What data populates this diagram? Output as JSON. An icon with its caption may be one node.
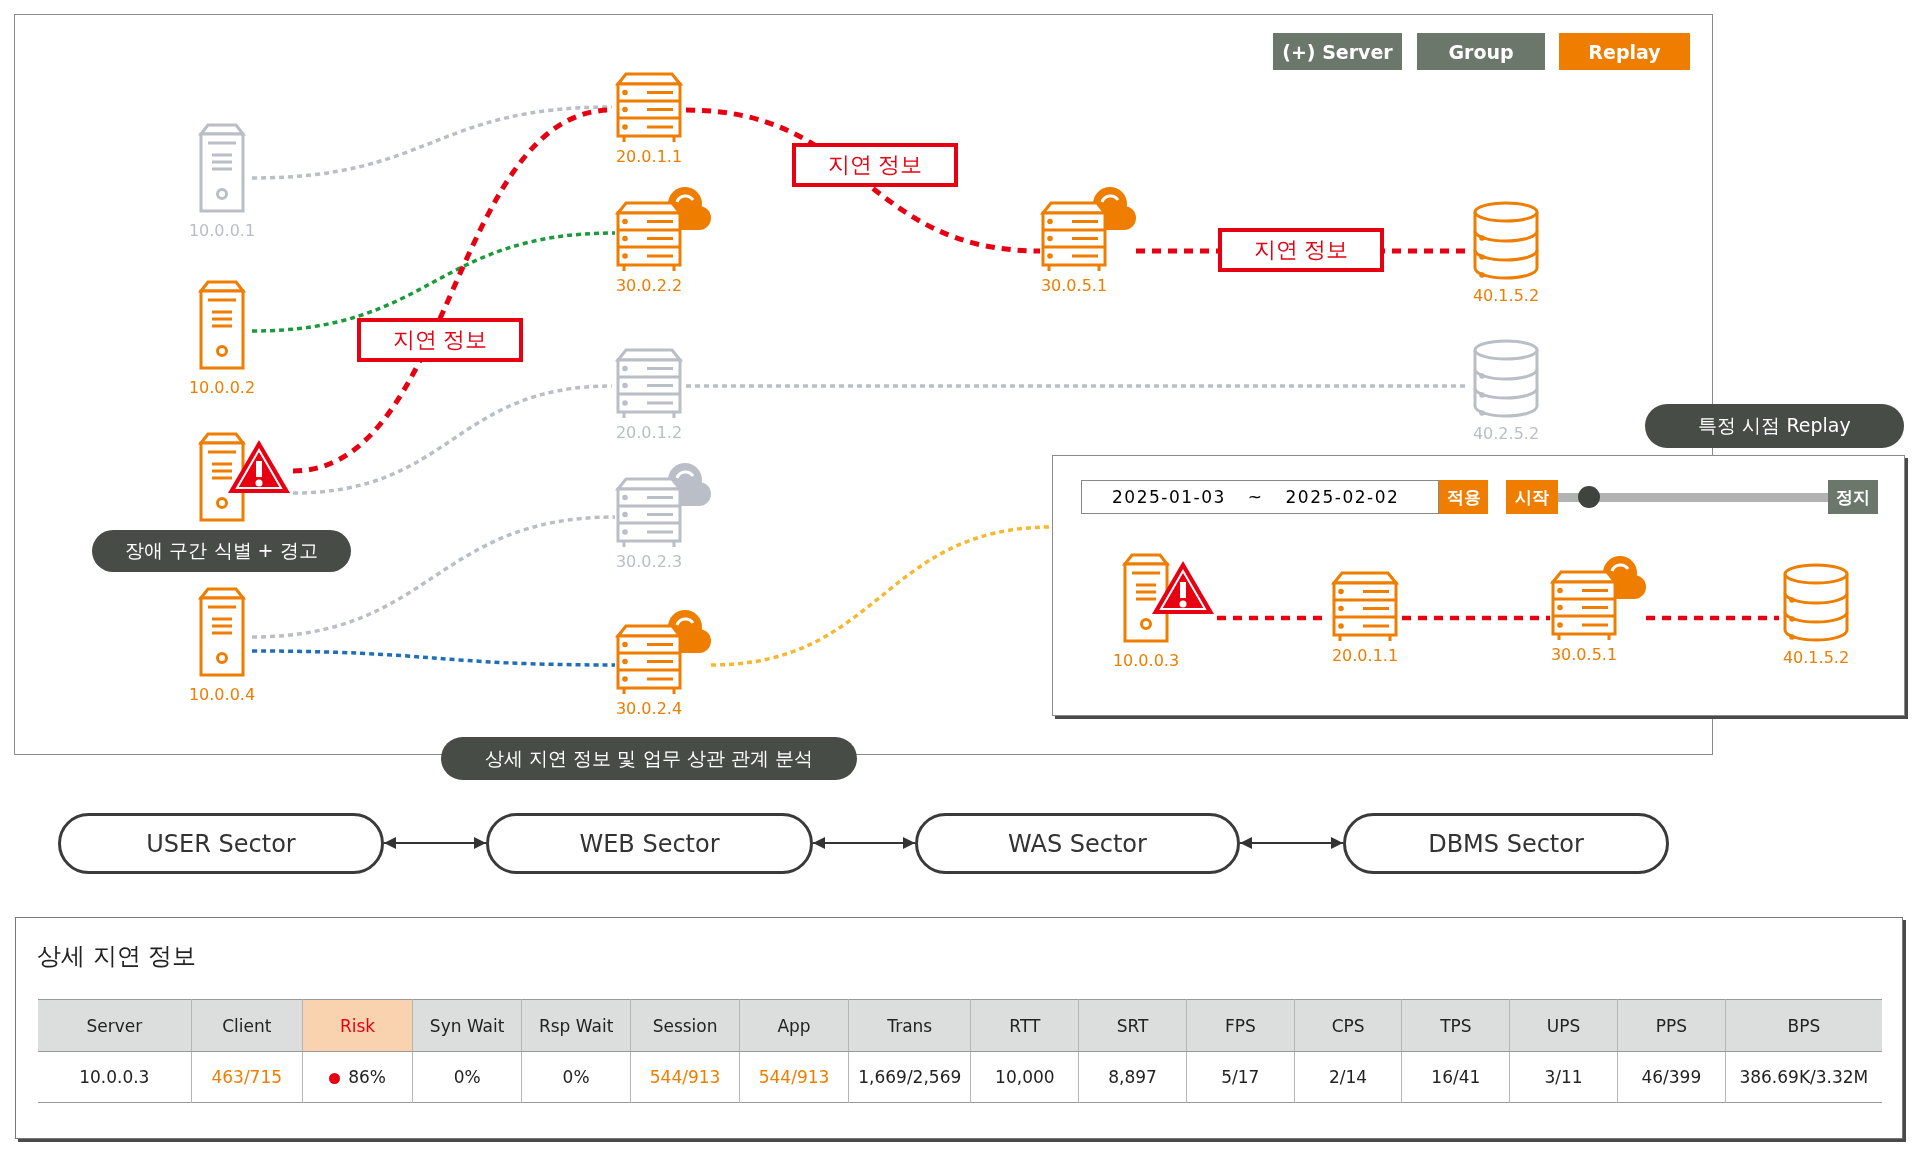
{
  "diagram": {
    "nodes": [
      {
        "text": [
          "10.0.0.1"
        ]
      },
      {
        "text": [
          "10.0.0.2"
        ]
      },
      {
        "text": [],
        "shape": "picture"
      },
      {
        "text": [
          "장애 구간 식별 + 경고"
        ]
      },
      {
        "text": [
          "10.0.0.4"
        ]
      },
      {
        "text": [
          "20.0.1.1"
        ]
      },
      {
        "text": [
          "30.0.2.2"
        ]
      },
      {
        "text": [
          "20.0.1.2"
        ]
      },
      {
        "text": [
          "30.0.2.3"
        ]
      },
      {
        "text": [
          "30.0.2.4"
        ]
      },
      {
        "text": [
          "30.0.5.1"
        ]
      },
      {
        "text": [
          "40.1.5.2"
        ]
      },
      {
        "text": [
          "40.2.5.2"
        ]
      },
      {
        "text": [
          "상세 지연 정보 및 업무 상관 관계 분석"
        ]
      },
      {
        "text": [
          "특정 시점 Replay"
        ]
      },
      {
        "text": [],
        "shape": "box"
      },
      {
        "text": [
          "10.0.0.3"
        ],
        "in": 15
      },
      {
        "text": [
          "20.0.1.1"
        ],
        "in": 15
      },
      {
        "text": [
          "30.0.5.1"
        ],
        "in": 15
      },
      {
        "text": [
          "40.1.5.2"
        ],
        "in": 15
      },
      {
        "text": [
          "USER Sector"
        ]
      },
      {
        "text": [
          "WEB Sector"
        ]
      },
      {
        "text": [
          "WAS Sector"
        ]
      },
      {
        "text": [
          "DBMS Sector"
        ]
      }
    ],
    "edges": [
      {
        "from": 0,
        "to": 5,
        "arrow": "none",
        "style": "dashed",
        "color": "#b9bec7"
      },
      {
        "from": 1,
        "to": 6,
        "arrow": "none",
        "style": "dashed",
        "color": "#1a9a3a"
      },
      {
        "from": 2,
        "to": 5,
        "arrow": "none",
        "style": "dashed",
        "label": "지연 정보"
      },
      {
        "from": 2,
        "to": 7,
        "arrow": "none",
        "style": "dashed",
        "color": "#b9bec7"
      },
      {
        "from": 4,
        "to": 8,
        "arrow": "none",
        "style": "dashed",
        "color": "#b9bec7"
      },
      {
        "from": 4,
        "to": 9,
        "arrow": "none",
        "style": "dashed",
        "color": "#1e6fb8"
      },
      {
        "from": 5,
        "to": 10,
        "arrow": "none",
        "style": "dashed",
        "label": "지연 정보"
      },
      {
        "from": 10,
        "to": 11,
        "arrow": "none",
        "style": "dashed",
        "label": "지연 정보"
      },
      {
        "from": 7,
        "to": 12,
        "arrow": "none",
        "style": "dashed",
        "color": "#b9bec7"
      },
      {
        "from": 9,
        "to": 15,
        "arrow": "none",
        "style": "dashed",
        "color": "#f5b82e"
      },
      {
        "from": 16,
        "to": 17,
        "arrow": "none",
        "style": "dashed"
      },
      {
        "from": 17,
        "to": 18,
        "arrow": "none",
        "style": "dashed"
      },
      {
        "from": 18,
        "to": 19,
        "arrow": "none",
        "style": "dashed"
      },
      {
        "from": 20,
        "to": 21,
        "arrow": "both",
        "color": "#333333"
      },
      {
        "from": 21,
        "to": 22,
        "arrow": "both",
        "color": "#333333"
      },
      {
        "from": 22,
        "to": 23,
        "arrow": "both",
        "color": "#333333"
      }
    ],
    "labels": [
      "(+) Server",
      "Group",
      "Replay",
      "2025-01-03",
      "~",
      "2025-02-02",
      "적용",
      "시작",
      "정지",
      "상세 지연 정보",
      "Server",
      "Client",
      "Risk",
      "Syn Wait",
      "Rsp Wait",
      "Session",
      "App",
      "Trans",
      "RTT",
      "SRT",
      "FPS",
      "CPS",
      "TPS",
      "UPS",
      "PPS",
      "BPS",
      "10.0.0.3",
      "463/715",
      "86%",
      "0%",
      "0%",
      "544/913",
      "544/913",
      "1,669/2,569",
      "10,000",
      "8,897",
      "5/17",
      "2/14",
      "16/41",
      "3/11",
      "46/399",
      "386.69K/3.32M"
    ]
  }
}
